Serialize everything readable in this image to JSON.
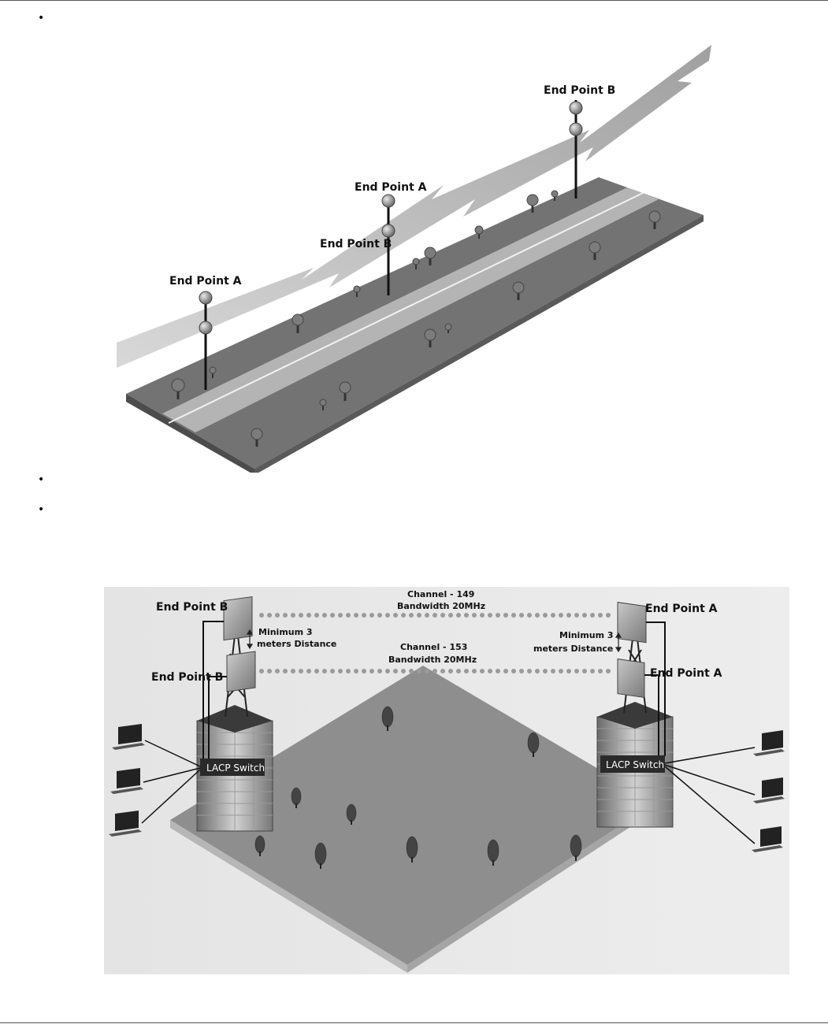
{
  "bullets": [
    "•",
    "•",
    "•"
  ],
  "diagram1": {
    "labels": {
      "ep_a_left": "End Point A",
      "ep_a_mid": "End Point A",
      "ep_b_mid": "End Point B",
      "ep_b_right": "End Point B"
    }
  },
  "diagram2": {
    "labels": {
      "ep_b_top": "End Point B",
      "ep_b_bottom": "End Point B",
      "ep_a_top": "End Point A",
      "ep_a_bottom": "End Point A",
      "min_left_1": "Minimum 3",
      "min_left_2": "meters Distance",
      "min_right_1": "Minimum 3",
      "min_right_2": "meters Distance",
      "ch1_1": "Channel - 149",
      "ch1_2": "Bandwidth 20MHz",
      "ch2_1": "Channel - 153",
      "ch2_2": "Bandwidth 20MHz",
      "switch_left": "LACP Switch",
      "switch_right": "LACP Switch"
    }
  }
}
